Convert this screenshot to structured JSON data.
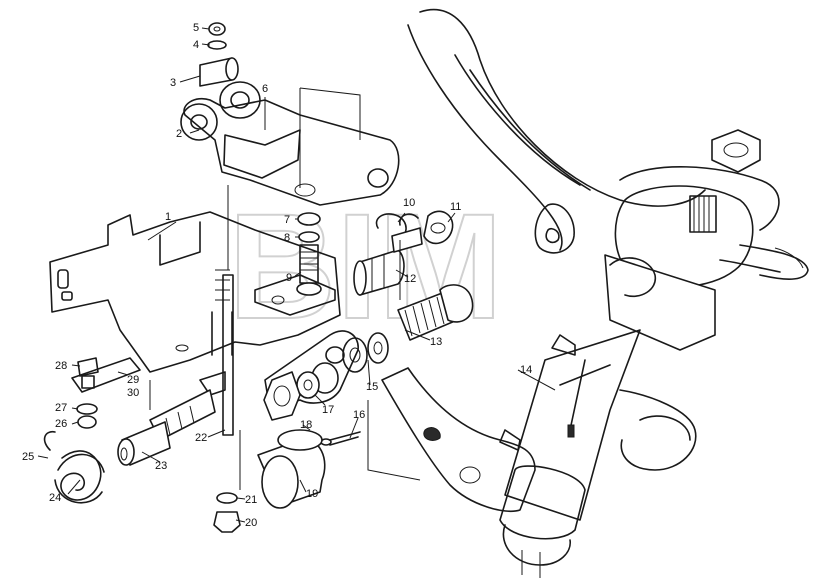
{
  "watermark": "BIM",
  "colors": {
    "ink": "#1a1a1a",
    "paper": "#ffffff",
    "watermark": "#9a9a9a"
  },
  "labels": {
    "p1": "1",
    "p2": "2",
    "p3": "3",
    "p4": "4",
    "p5": "5",
    "p6": "6",
    "p7": "7",
    "p8": "8",
    "p9": "9",
    "p10": "10",
    "p11": "11",
    "p12": "12",
    "p13": "13",
    "p14": "14",
    "p15": "15",
    "p16": "16",
    "p17": "17",
    "p18": "18",
    "p19": "19",
    "p20": "20",
    "p21": "21",
    "p22": "22",
    "p23": "23",
    "p24": "24",
    "p25": "25",
    "p26": "26",
    "p27": "27",
    "p28": "28",
    "p29": "29",
    "p30": "30"
  }
}
